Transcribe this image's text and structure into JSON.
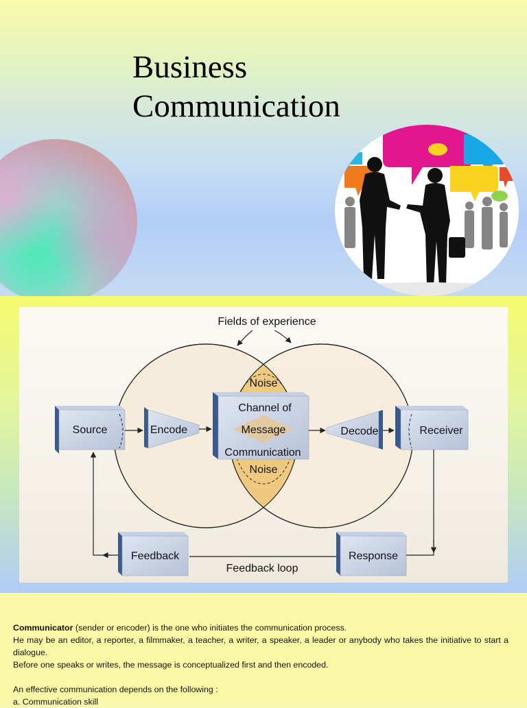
{
  "slide1": {
    "title_line1": "Business",
    "title_line2": "Communication"
  },
  "diagram": {
    "fields_label": "Fields of experience",
    "source": "Source",
    "encode": "Encode",
    "channel_line1": "Channel of",
    "channel_line2": "Message",
    "channel_line3": "Communication",
    "noise_top": "Noise",
    "noise_bottom": "Noise",
    "decode": "Decode",
    "receiver": "Receiver",
    "feedback": "Feedback",
    "response": "Response",
    "feedback_loop": "Feedback loop"
  },
  "slide3": {
    "term": "Communicator",
    "line1_rest": " (sender or encoder) is the one who initiates the communication process.",
    "line2": "He may be an editor, a reporter, a filmmaker, a teacher, a writer, a speaker, a leader or anybody who takes the initiative to start a dialogue.",
    "line3": "Before one speaks or writes, the message is conceptualized first and then encoded.",
    "line4": "An effective communication depends on the following :",
    "line5": "a. Communication skill"
  }
}
